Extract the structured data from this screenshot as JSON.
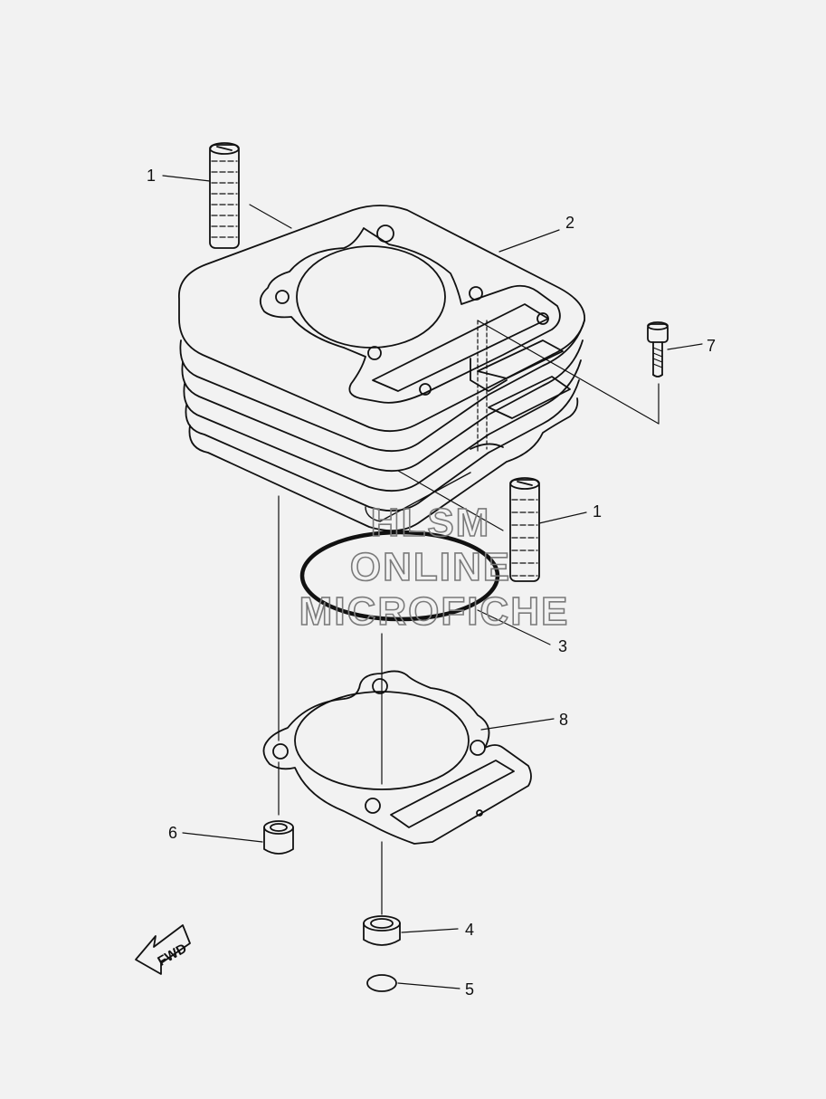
{
  "callouts": {
    "c1a": "1",
    "c1b": "1",
    "c2": "2",
    "c3": "3",
    "c4": "4",
    "c5": "5",
    "c6": "6",
    "c7": "7",
    "c8": "8"
  },
  "watermark": {
    "line1": "HLSM",
    "line2": "ONLINE",
    "line3": "MICROFICHE"
  },
  "fwd_label": "FWD"
}
